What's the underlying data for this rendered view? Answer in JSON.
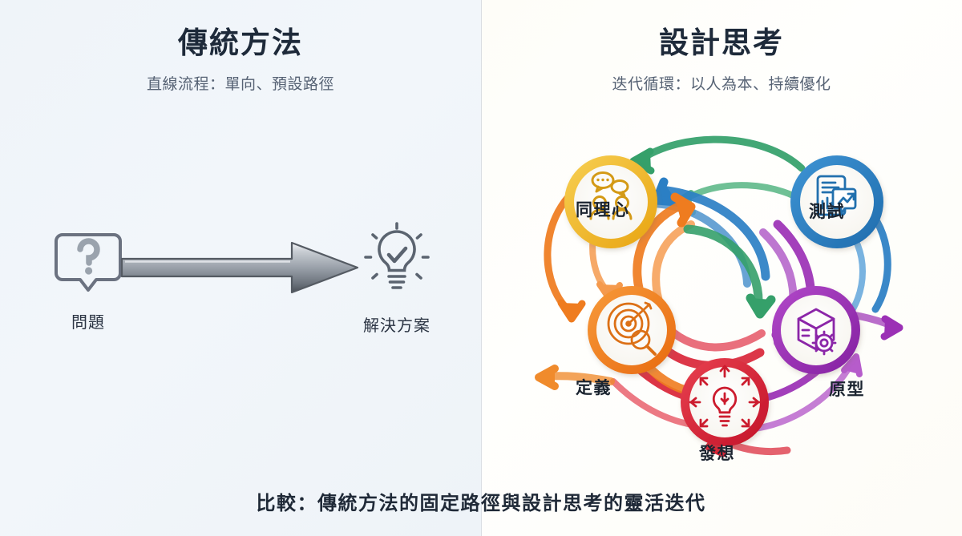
{
  "left_panel": {
    "title": "傳統方法",
    "subtitle": "直線流程：單向、預設路徑",
    "bg_color": "#f1f5f9",
    "start_node": {
      "label": "問題",
      "icon": "question-speech-bubble-icon"
    },
    "end_node": {
      "label": "解決方案",
      "icon": "lightbulb-check-icon"
    },
    "connector": {
      "icon": "right-arrow-icon",
      "color": "#9aa3ad"
    }
  },
  "right_panel": {
    "title": "設計思考",
    "subtitle": "迭代循環：以人為本、持續優化",
    "bg_color": "#fdfdf8",
    "nodes": [
      {
        "label": "同理心",
        "icon": "people-speech-bubbles-icon",
        "color": "#f0b429",
        "label_position": "inside"
      },
      {
        "label": "測試",
        "icon": "tablet-chart-icon",
        "color": "#2b7fc4",
        "label_position": "inside"
      },
      {
        "label": "定義",
        "icon": "target-magnifier-icon",
        "color": "#ef7c1f",
        "label_position": "left"
      },
      {
        "label": "原型",
        "icon": "box-gear-icon",
        "color": "#9b30b5",
        "label_position": "right"
      },
      {
        "label": "發想",
        "icon": "lightbulb-arrows-icon",
        "color": "#d92638",
        "label_position": "below"
      }
    ],
    "flow_arrow_colors": [
      "#35a06a",
      "#2b7fc4",
      "#9b30b5",
      "#d92638",
      "#ef7c1f"
    ]
  },
  "caption": "比較：傳統方法的固定路徑與設計思考的靈活迭代",
  "text_color": "#1f2937"
}
